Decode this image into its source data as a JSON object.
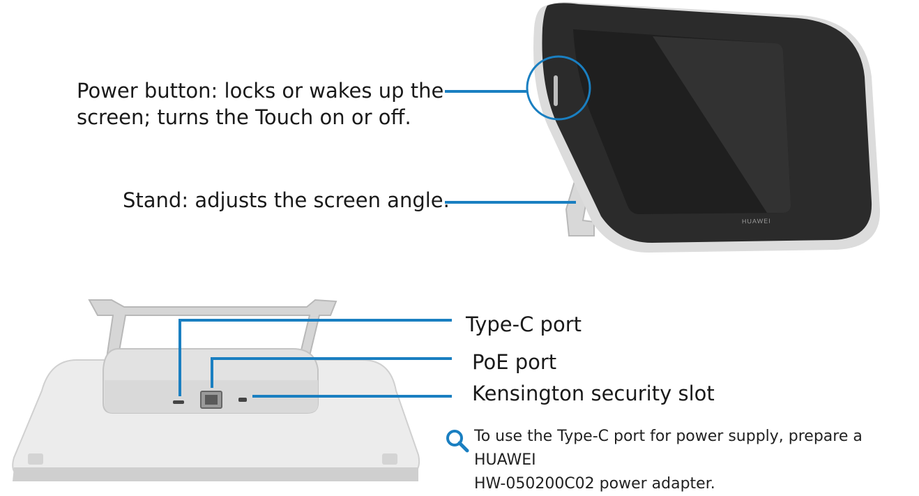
{
  "callouts": {
    "power_line1": "Power button: locks or wakes up the",
    "power_line2": "screen; turns the Touch on or off.",
    "stand": "Stand: adjusts the screen angle.",
    "typec": "Type-C port",
    "poe": "PoE port",
    "kensington": "Kensington security slot"
  },
  "device": {
    "brand": "HUAWEI"
  },
  "note": {
    "icon": "magnifier-icon",
    "line1": "To use the Type-C port for power supply, prepare a HUAWEI",
    "line2": "HW-050200C02 power adapter."
  },
  "colors": {
    "callout_line": "#1a7fc1",
    "bezel": "#2b2b2b",
    "screen": "#1f1f1f",
    "body_gray": "#e6e6e6"
  }
}
